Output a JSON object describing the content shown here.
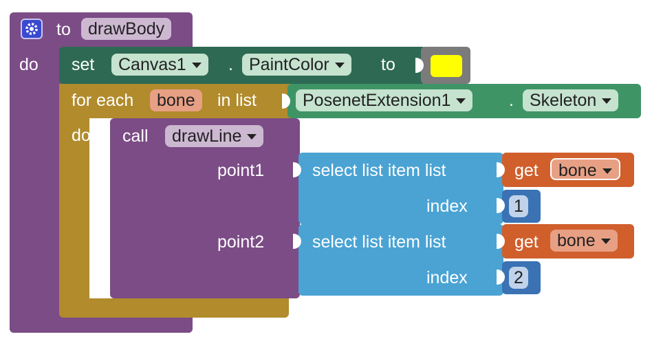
{
  "procedure": {
    "keyword_to": "to",
    "name": "drawBody",
    "keyword_do": "do",
    "icon": "gear-icon"
  },
  "set_block": {
    "keyword_set": "set",
    "component": "Canvas1",
    "dot": ".",
    "property": "PaintColor",
    "keyword_to": "to",
    "color_value": "#ffff00"
  },
  "for_each": {
    "keyword_for_each": "for each",
    "variable": "bone",
    "keyword_in_list": "in list",
    "keyword_do": "do"
  },
  "skeleton_getter": {
    "component": "PosenetExtension1",
    "dot": ".",
    "property": "Skeleton"
  },
  "call_block": {
    "keyword_call": "call",
    "procedure": "drawLine",
    "arg1_label": "point1",
    "arg2_label": "point2"
  },
  "select_item_1": {
    "label": "select list item  list",
    "index_label": "index",
    "get_keyword": "get",
    "get_variable": "bone",
    "index_value": "1"
  },
  "select_item_2": {
    "label": "select list item  list",
    "index_label": "index",
    "get_keyword": "get",
    "get_variable": "bone",
    "index_value": "2"
  },
  "colors": {
    "procedure": "#7b4c86",
    "procedure_field": "#cdb8d2",
    "set_block": "#2e6a53",
    "component_field": "#c5e3cf",
    "loop": "#b18b2c",
    "variable_field": "#e8a085",
    "variable_block": "#d05f2c",
    "list_block": "#4aa3d3",
    "number_block": "#3a72b4",
    "number_field": "#c0d3ea",
    "getter_block": "#3f9466"
  }
}
